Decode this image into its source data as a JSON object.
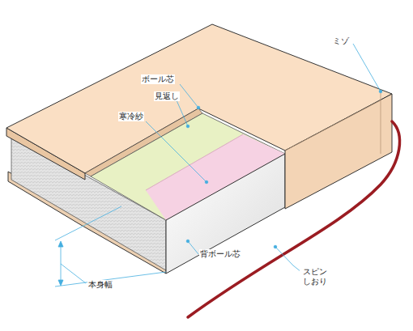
{
  "diagram": {
    "labels": [
      "ボール芯",
      "見返し",
      "寒冷紗",
      "背ボール芯",
      "本身幅",
      "ミゾ",
      "スピン しおり"
    ]
  }
}
